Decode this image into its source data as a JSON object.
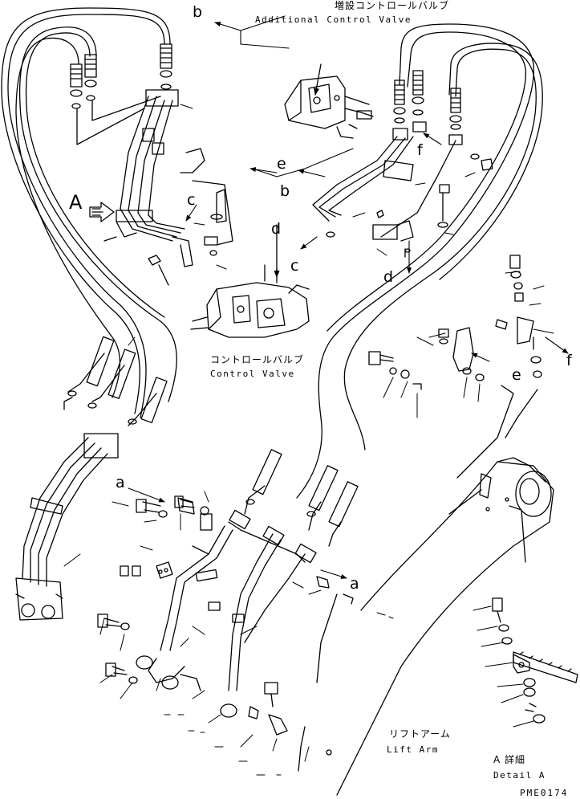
{
  "labels": {
    "additional_valve_jp": "増設コントロールバルブ",
    "additional_valve_en": "Additional Control Valve",
    "control_valve_jp": "コントロールバルブ",
    "control_valve_en": "Control Valve",
    "lift_arm_jp": "リフトアーム",
    "lift_arm_en": "Lift Arm",
    "detail_a_jp": "A 詳細",
    "detail_a_en": "Detail A",
    "view_arrow": "A",
    "drawing_code": "PME0174"
  },
  "callouts": {
    "b_top": "b",
    "b_mid": "b",
    "c_left": "c",
    "c_mid": "c",
    "d_top": "d",
    "d_right": "d",
    "e_mid": "e",
    "e_right": "e",
    "f_mid": "f",
    "f_right": "f",
    "a_left": "a",
    "a_right": "a"
  },
  "colors": {
    "line": "#000000",
    "background": "#ffffff"
  }
}
